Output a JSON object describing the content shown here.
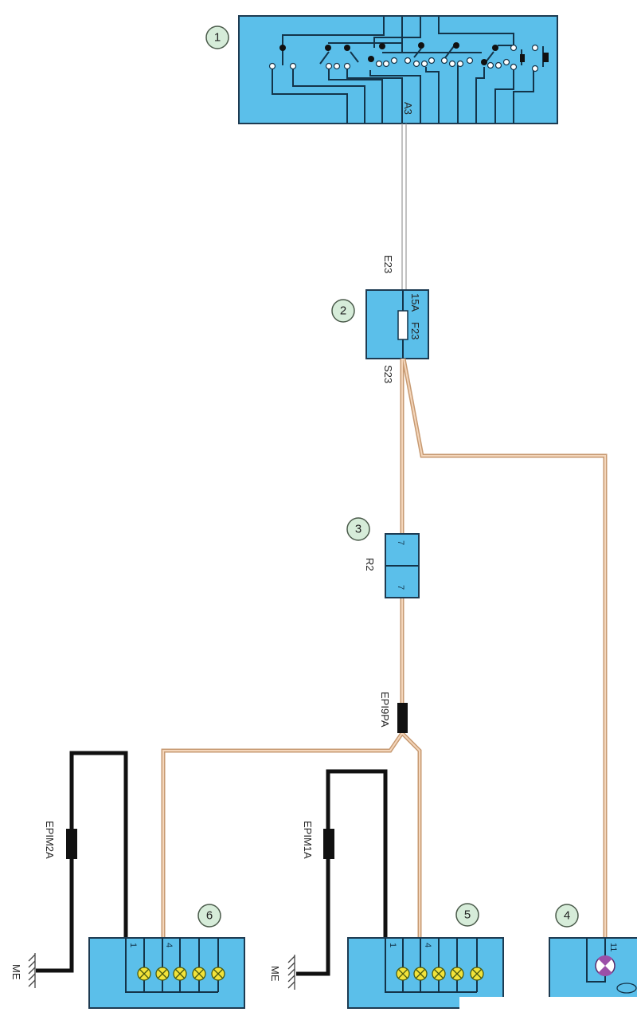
{
  "diagram": {
    "components": [
      {
        "number": "1",
        "name": "switch-unit",
        "pin": "A3"
      },
      {
        "number": "2",
        "name": "fuse",
        "rating": "15A",
        "fuse_id": "F23",
        "input": "E23",
        "output": "S23"
      },
      {
        "number": "3",
        "name": "connector",
        "connector_id": "R2",
        "pin_top": "7",
        "pin_bottom": "7"
      },
      {
        "number": "4",
        "name": "indicator-lamp",
        "pin": "11"
      },
      {
        "number": "5",
        "name": "lamp-unit-right",
        "pin_ground": "1",
        "pin_feed": "4"
      },
      {
        "number": "6",
        "name": "lamp-unit-left",
        "pin_ground": "1",
        "pin_feed": "4"
      }
    ],
    "splices": {
      "feed": "EPI9PA",
      "ground_left": "EPIM2A",
      "ground_right": "EPIM1A"
    },
    "ground_label": "ME",
    "colors": {
      "component": "#5bbfea",
      "feed_wire": "#c79a72",
      "ground_wire": "#111111",
      "lamp": "#f2e33a",
      "indicator": "#9b4fa8",
      "badge": "#d6ecd9"
    }
  }
}
